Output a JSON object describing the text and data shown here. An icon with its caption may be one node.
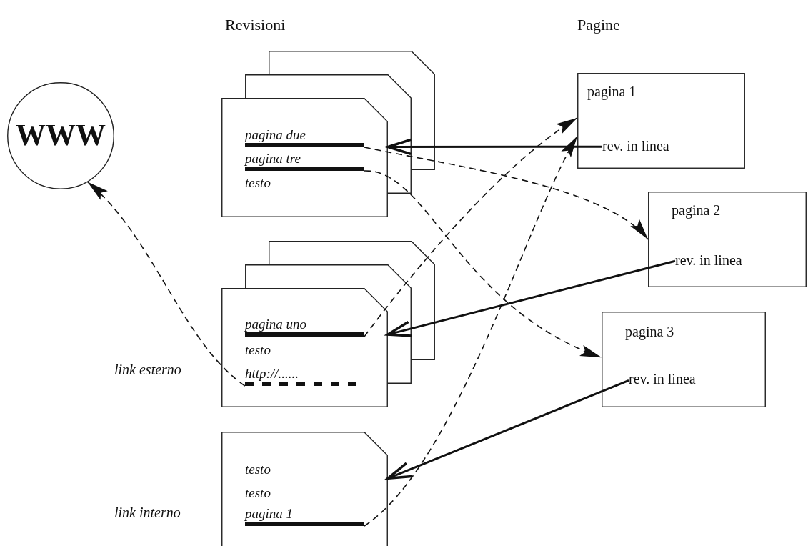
{
  "diagram": {
    "nodes": [
      {
        "text": [
          "WWW"
        ]
      },
      {
        "text": [
          "testo"
        ]
      },
      {
        "text": [
          "pagina due"
        ],
        "in": 1
      },
      {
        "text": [
          "pagina tre"
        ],
        "in": 1
      },
      {
        "text": [
          "testo"
        ]
      },
      {
        "text": [
          "pagina uno"
        ],
        "in": 4
      },
      {
        "text": [
          "http://......"
        ],
        "in": 4
      },
      {
        "text": [
          "testo",
          "testo"
        ]
      },
      {
        "text": [
          "pagina 1"
        ],
        "in": 7
      },
      {
        "text": [
          "pagina 1"
        ]
      },
      {
        "text": [
          "rev. in linea"
        ],
        "in": 9
      },
      {
        "text": [
          "pagina 2"
        ]
      },
      {
        "text": [
          "rev. in linea"
        ],
        "in": 11
      },
      {
        "text": [
          "pagina 3"
        ]
      },
      {
        "text": [
          "rev. in linea"
        ],
        "in": 13
      }
    ],
    "edges": [
      {
        "from": 2,
        "to": 11,
        "arrow": "to",
        "style": "dashed"
      },
      {
        "from": 3,
        "to": 13,
        "arrow": "to",
        "style": "dashed"
      },
      {
        "from": 5,
        "to": 9,
        "arrow": "to",
        "style": "dashed"
      },
      {
        "from": 8,
        "to": 9,
        "arrow": "to",
        "style": "dashed"
      },
      {
        "from": 6,
        "to": 0,
        "arrow": "to",
        "style": "dashed"
      },
      {
        "from": 10,
        "to": 1,
        "arrow": "to"
      },
      {
        "from": 12,
        "to": 4,
        "arrow": "to"
      },
      {
        "from": 14,
        "to": 7,
        "arrow": "to"
      }
    ],
    "labels": [
      "Revisioni",
      "Pagine",
      "link esterno",
      "link interno"
    ]
  }
}
